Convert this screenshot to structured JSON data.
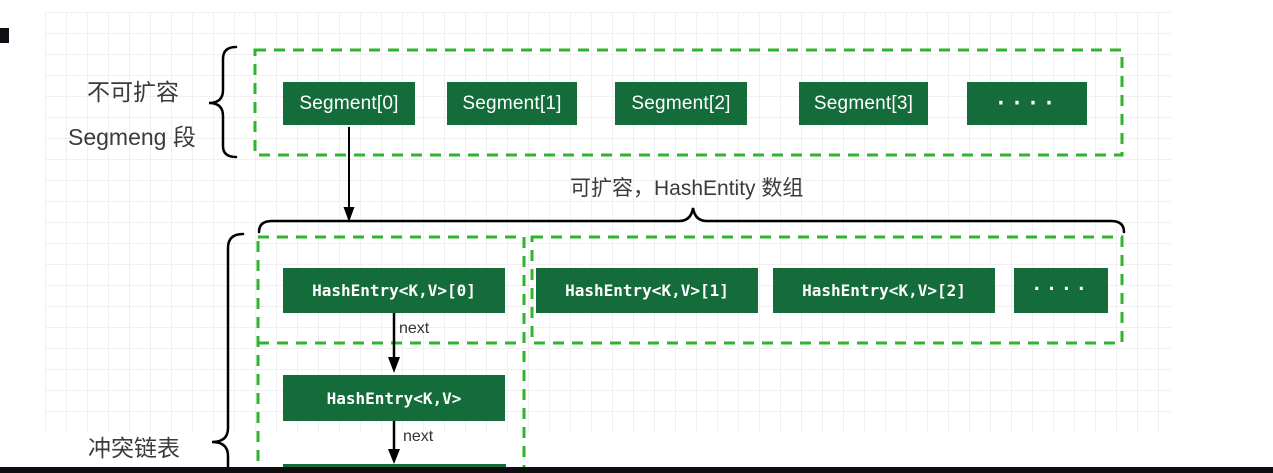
{
  "diagram": {
    "segment_section": {
      "label_line1": "不可扩容",
      "label_line2": "Segmeng 段",
      "cells": [
        "Segment[0]",
        "Segment[1]",
        "Segment[2]",
        "Segment[3]",
        "...."
      ]
    },
    "hashentry_section": {
      "caption": "可扩容，HashEntity 数组",
      "cells": [
        "HashEntry<K,V>[0]",
        "HashEntry<K,V>[1]",
        "HashEntry<K,V>[2]",
        "...."
      ]
    },
    "chain_section": {
      "label": "冲突链表",
      "node": "HashEntry<K,V>",
      "edge_label": "next"
    },
    "colors": {
      "cell_green": "#156c3b",
      "dashed_green": "#2db52d",
      "label_text": "#3b3b3b"
    }
  }
}
